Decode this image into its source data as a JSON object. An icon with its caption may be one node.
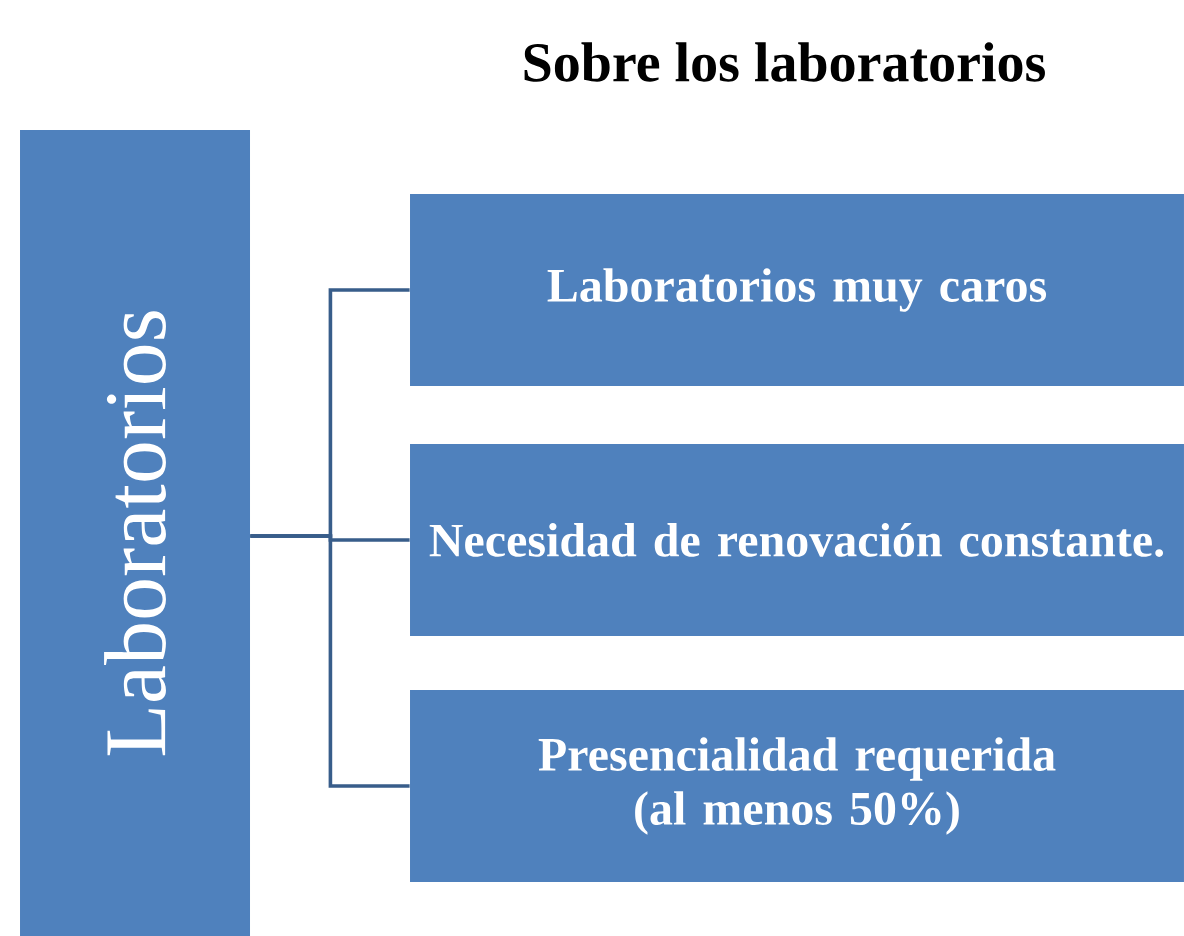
{
  "diagram": {
    "title": "Sobre los laboratorios",
    "nodes": [
      {
        "text": [
          "Laboratorios"
        ]
      },
      {
        "text": [
          "Laboratorios muy caros"
        ]
      },
      {
        "text": [
          "Necesidad de renovación constante."
        ]
      },
      {
        "text": [
          "Presencialidad requerida (al menos 50%)"
        ]
      }
    ],
    "edges": [
      {
        "from": 0,
        "to": 1,
        "arrow": "none"
      },
      {
        "from": 0,
        "to": 2,
        "arrow": "none"
      },
      {
        "from": 0,
        "to": 3,
        "arrow": "none"
      }
    ]
  }
}
